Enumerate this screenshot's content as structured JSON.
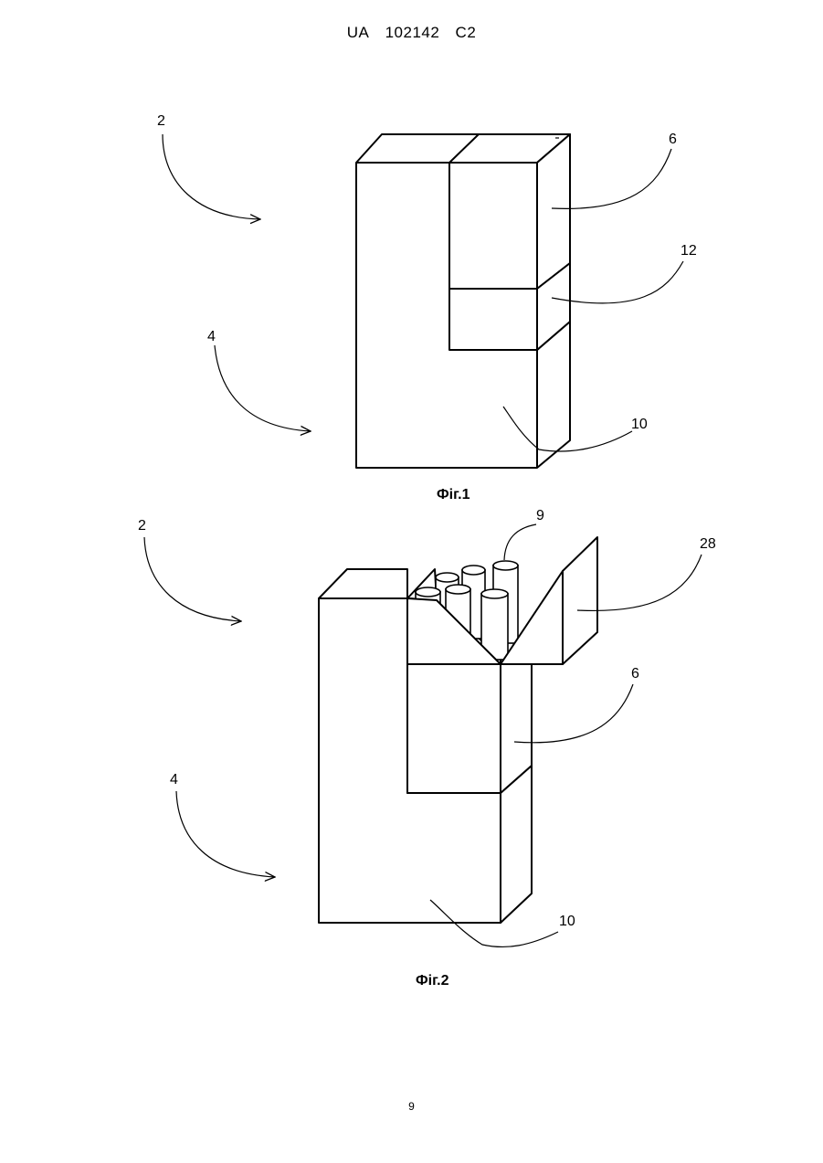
{
  "header": {
    "country": "UA",
    "number": "102142",
    "kind": "C2"
  },
  "figure1": {
    "caption": "Фіг.1",
    "labels": {
      "l2": "2",
      "l4": "4",
      "l6": "6",
      "l12": "12",
      "l10": "10"
    }
  },
  "figure2": {
    "caption": "Фіг.2",
    "labels": {
      "l2": "2",
      "l4": "4",
      "l9": "9",
      "l28": "28",
      "l6": "6",
      "l10": "10"
    }
  },
  "page_number": "9"
}
